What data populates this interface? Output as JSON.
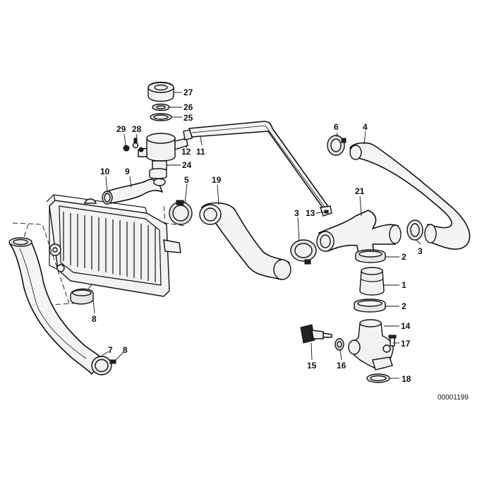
{
  "diagram_code": "00001199",
  "callouts": [
    {
      "id": "c27",
      "text": "27"
    },
    {
      "id": "c26",
      "text": "26"
    },
    {
      "id": "c25",
      "text": "25"
    },
    {
      "id": "c29",
      "text": "29"
    },
    {
      "id": "c28",
      "text": "28"
    },
    {
      "id": "c12",
      "text": "12"
    },
    {
      "id": "c11",
      "text": "11"
    },
    {
      "id": "c24",
      "text": "24"
    },
    {
      "id": "c10",
      "text": "10"
    },
    {
      "id": "c9",
      "text": "9"
    },
    {
      "id": "c5",
      "text": "5"
    },
    {
      "id": "c19",
      "text": "19"
    },
    {
      "id": "c6",
      "text": "6"
    },
    {
      "id": "c4",
      "text": "4"
    },
    {
      "id": "c21",
      "text": "21"
    },
    {
      "id": "c3a",
      "text": "3"
    },
    {
      "id": "c13",
      "text": "13"
    },
    {
      "id": "c3b",
      "text": "3"
    },
    {
      "id": "c2a",
      "text": "2"
    },
    {
      "id": "c1",
      "text": "1"
    },
    {
      "id": "c2b",
      "text": "2"
    },
    {
      "id": "c8a",
      "text": "8"
    },
    {
      "id": "c14",
      "text": "14"
    },
    {
      "id": "c17",
      "text": "17"
    },
    {
      "id": "c7",
      "text": "7"
    },
    {
      "id": "c8b",
      "text": "8"
    },
    {
      "id": "c15",
      "text": "15"
    },
    {
      "id": "c16",
      "text": "16"
    },
    {
      "id": "c18",
      "text": "18"
    }
  ]
}
